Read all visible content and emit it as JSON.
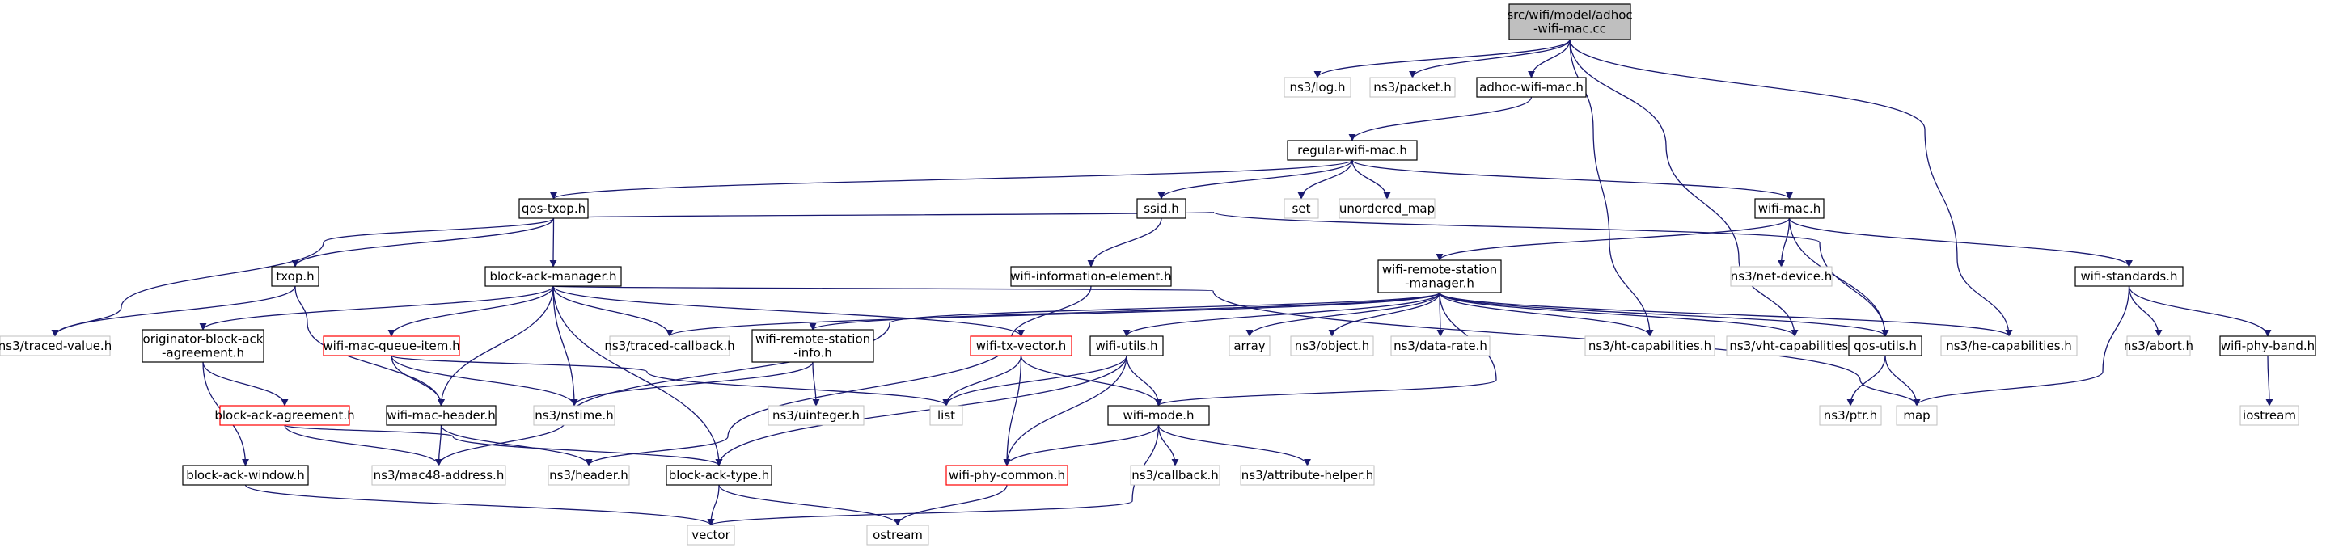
{
  "diagram": {
    "title": "src/wifi/model/adhoc-wifi-mac.cc include dependency graph",
    "colors": {
      "edge": "#191970",
      "root_fill": "#bfbfbf",
      "node_border": "#000000",
      "external_border": "#bfbfbf",
      "incomplete_border": "#ff0000"
    },
    "nodes": [
      {
        "id": "root",
        "label": [
          "src/wifi/model/adhoc",
          "-wifi-mac.cc"
        ],
        "kind": "root"
      },
      {
        "id": "log",
        "label": [
          "ns3/log.h"
        ],
        "kind": "external"
      },
      {
        "id": "packet",
        "label": [
          "ns3/packet.h"
        ],
        "kind": "external"
      },
      {
        "id": "adhoc",
        "label": [
          "adhoc-wifi-mac.h"
        ],
        "kind": "normal"
      },
      {
        "id": "regular",
        "label": [
          "regular-wifi-mac.h"
        ],
        "kind": "normal"
      },
      {
        "id": "qostxop",
        "label": [
          "qos-txop.h"
        ],
        "kind": "normal"
      },
      {
        "id": "ssid",
        "label": [
          "ssid.h"
        ],
        "kind": "normal"
      },
      {
        "id": "set",
        "label": [
          "set"
        ],
        "kind": "external"
      },
      {
        "id": "umap",
        "label": [
          "unordered_map"
        ],
        "kind": "external"
      },
      {
        "id": "wifimac",
        "label": [
          "wifi-mac.h"
        ],
        "kind": "normal"
      },
      {
        "id": "txop",
        "label": [
          "txop.h"
        ],
        "kind": "normal"
      },
      {
        "id": "bam",
        "label": [
          "block-ack-manager.h"
        ],
        "kind": "normal"
      },
      {
        "id": "wie",
        "label": [
          "wifi-information-element.h"
        ],
        "kind": "normal"
      },
      {
        "id": "wrsm",
        "label": [
          "wifi-remote-station",
          "-manager.h"
        ],
        "kind": "normal"
      },
      {
        "id": "netdev",
        "label": [
          "ns3/net-device.h"
        ],
        "kind": "external"
      },
      {
        "id": "wstd",
        "label": [
          "wifi-standards.h"
        ],
        "kind": "normal"
      },
      {
        "id": "tv",
        "label": [
          "ns3/traced-value.h"
        ],
        "kind": "external"
      },
      {
        "id": "oba",
        "label": [
          "originator-block-ack",
          "-agreement.h"
        ],
        "kind": "normal"
      },
      {
        "id": "wmqi",
        "label": [
          "wifi-mac-queue-item.h"
        ],
        "kind": "incomplete"
      },
      {
        "id": "tc",
        "label": [
          "ns3/traced-callback.h"
        ],
        "kind": "external"
      },
      {
        "id": "wrsi",
        "label": [
          "wifi-remote-station",
          "-info.h"
        ],
        "kind": "normal"
      },
      {
        "id": "wtv",
        "label": [
          "wifi-tx-vector.h"
        ],
        "kind": "incomplete"
      },
      {
        "id": "wutils",
        "label": [
          "wifi-utils.h"
        ],
        "kind": "normal"
      },
      {
        "id": "array",
        "label": [
          "array"
        ],
        "kind": "external"
      },
      {
        "id": "obj",
        "label": [
          "ns3/object.h"
        ],
        "kind": "external"
      },
      {
        "id": "dr",
        "label": [
          "ns3/data-rate.h"
        ],
        "kind": "external"
      },
      {
        "id": "htc",
        "label": [
          "ns3/ht-capabilities.h"
        ],
        "kind": "external"
      },
      {
        "id": "vhtc",
        "label": [
          "ns3/vht-capabilities.h"
        ],
        "kind": "external"
      },
      {
        "id": "qosu",
        "label": [
          "qos-utils.h"
        ],
        "kind": "normal"
      },
      {
        "id": "hec",
        "label": [
          "ns3/he-capabilities.h"
        ],
        "kind": "external"
      },
      {
        "id": "abort",
        "label": [
          "ns3/abort.h"
        ],
        "kind": "external"
      },
      {
        "id": "wpb",
        "label": [
          "wifi-phy-band.h"
        ],
        "kind": "normal"
      },
      {
        "id": "baa",
        "label": [
          "block-ack-agreement.h"
        ],
        "kind": "incomplete"
      },
      {
        "id": "wmh",
        "label": [
          "wifi-mac-header.h"
        ],
        "kind": "normal"
      },
      {
        "id": "nstime",
        "label": [
          "ns3/nstime.h"
        ],
        "kind": "external"
      },
      {
        "id": "uint",
        "label": [
          "ns3/uinteger.h"
        ],
        "kind": "external"
      },
      {
        "id": "list",
        "label": [
          "list"
        ],
        "kind": "external"
      },
      {
        "id": "wmode",
        "label": [
          "wifi-mode.h"
        ],
        "kind": "normal"
      },
      {
        "id": "ptr",
        "label": [
          "ns3/ptr.h"
        ],
        "kind": "external"
      },
      {
        "id": "map",
        "label": [
          "map"
        ],
        "kind": "external"
      },
      {
        "id": "ios",
        "label": [
          "iostream"
        ],
        "kind": "external"
      },
      {
        "id": "baw",
        "label": [
          "block-ack-window.h"
        ],
        "kind": "normal"
      },
      {
        "id": "mac48",
        "label": [
          "ns3/mac48-address.h"
        ],
        "kind": "external"
      },
      {
        "id": "header",
        "label": [
          "ns3/header.h"
        ],
        "kind": "external"
      },
      {
        "id": "batype",
        "label": [
          "block-ack-type.h"
        ],
        "kind": "normal"
      },
      {
        "id": "wpc",
        "label": [
          "wifi-phy-common.h"
        ],
        "kind": "incomplete"
      },
      {
        "id": "cb",
        "label": [
          "ns3/callback.h"
        ],
        "kind": "external"
      },
      {
        "id": "ah",
        "label": [
          "ns3/attribute-helper.h"
        ],
        "kind": "external"
      },
      {
        "id": "vector",
        "label": [
          "vector"
        ],
        "kind": "external"
      },
      {
        "id": "ostream",
        "label": [
          "ostream"
        ],
        "kind": "external"
      }
    ]
  }
}
